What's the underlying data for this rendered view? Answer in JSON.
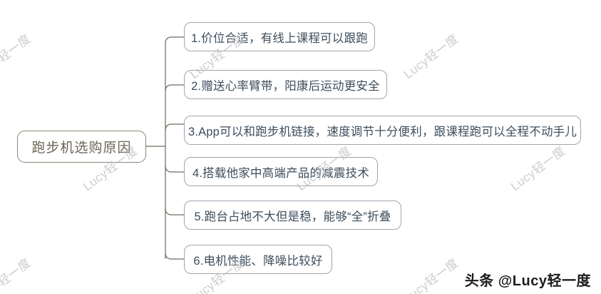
{
  "diagram": {
    "type": "mind-map",
    "root": {
      "label": "跑步机选购原因"
    },
    "branches": [
      {
        "label": "1.价位合适，有线上课程可以跟跑"
      },
      {
        "label": "2.赠送心率臂带，阳康后运动更安全"
      },
      {
        "label": "3.App可以和跑步机链接，速度调节十分便利，跟课程跑可以全程不动手儿"
      },
      {
        "label": "4.搭载他家中高端产品的减震技术"
      },
      {
        "label": "5.跑台占地不大但是稳，能够“全”折叠"
      },
      {
        "label": "6.电机性能、降噪比较好"
      }
    ],
    "colors": {
      "root_border": "#8d8676",
      "root_text": "#6d6557",
      "child_border": "#9aa7b0",
      "child_text": "#3d4e5c",
      "connector": "#6f6a60",
      "background": "#ffffff"
    }
  },
  "watermark": {
    "text": "Lucy轻一度",
    "color": "#b9b9b9"
  },
  "footer": {
    "byline": "头条 @Lucy轻一度"
  }
}
